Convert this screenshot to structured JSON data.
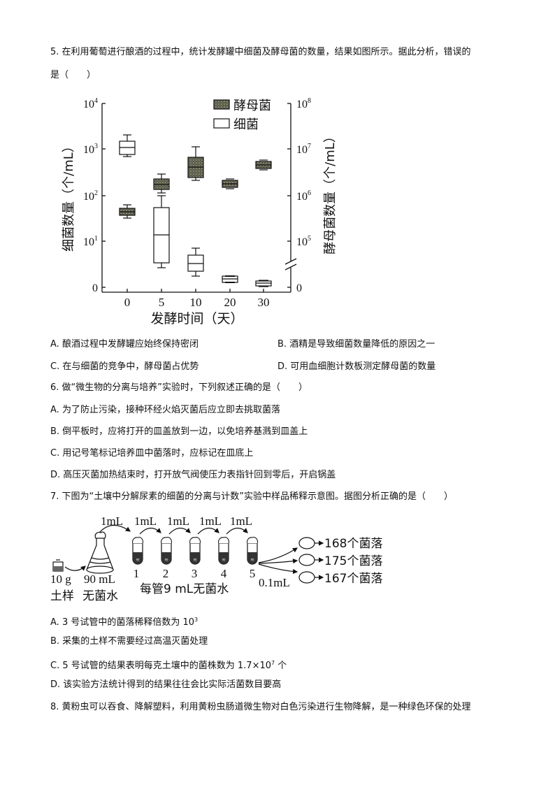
{
  "q5": {
    "stem_line1": "5. 在利用葡萄进行酿酒的过程中，统计发酵罐中细菌及酵母菌的数量，结果如图所示。据此分析，错误的",
    "stem_line2": "是（　　）",
    "options": [
      {
        "label": "A.",
        "text": "酿酒过程中发酵罐应始终保持密闭"
      },
      {
        "label": "B.",
        "text": "酒精是导致细菌数量降低的原因之一"
      },
      {
        "label": "C.",
        "text": "在与细菌的竞争中，酵母菌占优势"
      },
      {
        "label": "D.",
        "text": "可用血细胞计数板测定酵母菌的数量"
      }
    ]
  },
  "chart_data": {
    "type": "boxplot",
    "title": "",
    "xlabel": "发酵时间（天）",
    "ylabel_left": "细菌数量（个/mL）",
    "ylabel_right": "酵母菌数量（个/mL）",
    "categories": [
      "0",
      "5",
      "10",
      "20",
      "30"
    ],
    "left_ticks": [
      "0",
      "10^1",
      "10^2",
      "10^3",
      "10^4"
    ],
    "right_ticks": [
      "0",
      "10^5",
      "10^6",
      "10^7",
      "10^8"
    ],
    "axis_break_right": true,
    "legend": [
      {
        "name": "酵母菌",
        "style": "dark textured fill"
      },
      {
        "name": "细菌",
        "style": "white fill"
      }
    ],
    "series": [
      {
        "name": "细菌",
        "axis": "left",
        "boxes": [
          {
            "x": "0",
            "min": 2000,
            "q1": 750,
            "median": 1100,
            "q3": 1500,
            "max": 650
          },
          {
            "x": "5",
            "min": 3,
            "q1": 4,
            "median": 14,
            "q3": 55,
            "max": 100
          },
          {
            "x": "10",
            "min": 2,
            "q1": 3,
            "median": 4,
            "q3": 5,
            "max": 7
          },
          {
            "x": "20",
            "min": 1.2,
            "q1": 1.3,
            "median": 1.5,
            "q3": 1.8,
            "max": 1.9
          },
          {
            "x": "30",
            "min": 1.0,
            "q1": 1.05,
            "median": 1.15,
            "q3": 1.3,
            "max": 1.35
          }
        ]
      },
      {
        "name": "酵母菌",
        "axis": "right",
        "boxes": [
          {
            "x": "0",
            "min": 350000.0,
            "q1": 400000.0,
            "median": 450000.0,
            "q3": 500000.0,
            "max": 600000.0
          },
          {
            "x": "5",
            "min": 1100000.0,
            "q1": 1400000.0,
            "median": 1700000.0,
            "q3": 2200000.0,
            "max": 2800000.0
          },
          {
            "x": "10",
            "min": 2200000.0,
            "q1": 2500000.0,
            "median": 4000000.0,
            "q3": 6500000.0,
            "max": 11000000.0
          },
          {
            "x": "20",
            "min": 1500000.0,
            "q1": 1600000.0,
            "median": 1800000.0,
            "q3": 2000000.0,
            "max": 2200000.0
          },
          {
            "x": "30",
            "min": 3800000.0,
            "q1": 4000000.0,
            "median": 4500000.0,
            "q3": 5000000.0,
            "max": 5500000.0
          }
        ]
      }
    ]
  },
  "chart": {
    "legend_yeast": "酵母菌",
    "legend_bacteria": "细菌",
    "xlabel": "发酵时间（天）",
    "ylabel_left": "细菌数量（个/mL）",
    "ylabel_right": "酵母菌数量（个/mL）",
    "x_ticks": [
      "0",
      "5",
      "10",
      "20",
      "30"
    ],
    "left_tick_zero": "0",
    "right_tick_zero": "0"
  },
  "q6": {
    "stem": "6. 做“微生物的分离与培养”实验时，下列叙述正确的是（　　）",
    "options": [
      {
        "label": "A.",
        "text": "为了防止污染，接种环经火焰灭菌后应立即去挑取菌落"
      },
      {
        "label": "B.",
        "text": "倒平板时，应将打开的皿盖放到一边，以免培养基溅到皿盖上"
      },
      {
        "label": "C.",
        "text": "用记号笔标记培养皿中菌落时，应标记在皿底上"
      },
      {
        "label": "D.",
        "text": "高压灭菌加热结束时，打开放气阀使压力表指针回到零后，开启锅盖"
      }
    ]
  },
  "q7": {
    "stem": "7. 下图为“土壤中分解尿素的细菌的分离与计数”实验中样品稀释示意图。据图分析正确的是（　　）",
    "diagram": {
      "transfer_labels": [
        "1mL",
        "1mL",
        "1mL",
        "1mL",
        "1mL"
      ],
      "soil_label_1": "10 g",
      "soil_label_2": "土样",
      "flask_label_1": "90 mL",
      "flask_label_2": "无菌水",
      "tube_numbers": [
        "1",
        "2",
        "3",
        "4",
        "5"
      ],
      "tube_caption": "每管9 mL无菌水",
      "plating_volume": "0.1mL",
      "colony_counts": [
        "168个菌落",
        "175个菌落",
        "167个菌落"
      ]
    },
    "options": [
      {
        "label": "A.",
        "text": "3 号试管中的菌落稀释倍数为 10",
        "sup": "3",
        "tail": ""
      },
      {
        "label": "B.",
        "text": "采集的土样不需要经过高温灭菌处理",
        "sup": "",
        "tail": ""
      },
      {
        "label": "C.",
        "text": "5 号试管的结果表明每克土壤中的菌株数为 1.7×10",
        "sup": "7",
        "tail": " 个"
      },
      {
        "label": "D.",
        "text": "该实验方法统计得到的结果往往会比实际活菌数目要高",
        "sup": "",
        "tail": ""
      }
    ]
  },
  "q8": {
    "stem": "8. 黄粉虫可以吞食、降解塑料，利用黄粉虫肠道微生物对白色污染进行生物降解，是一种绿色环保的处理"
  }
}
